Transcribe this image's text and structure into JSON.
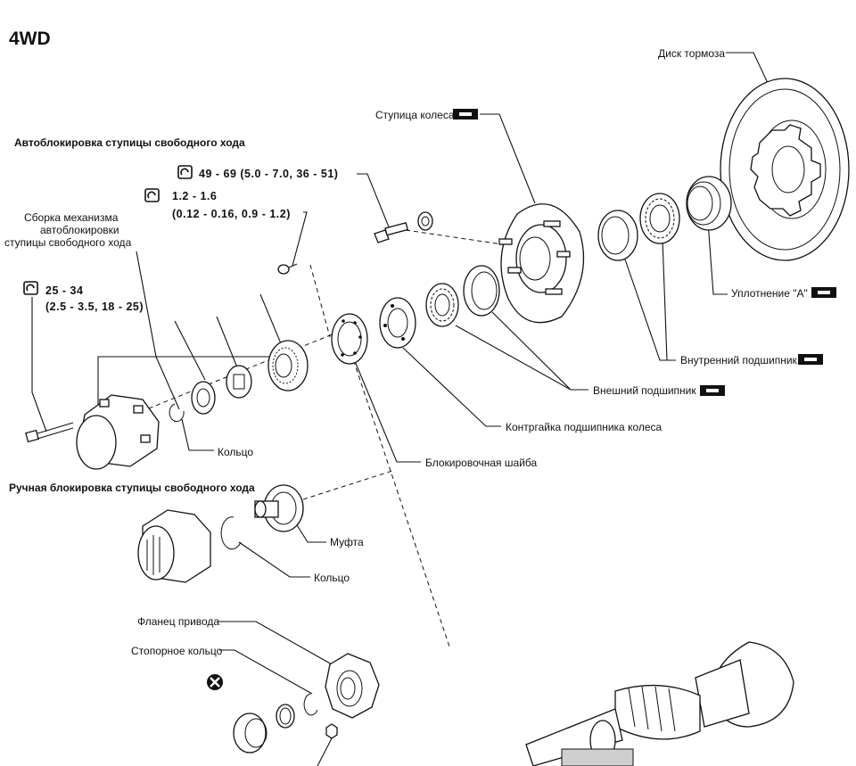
{
  "title": "4WD",
  "sections": {
    "auto_hub": "Автоблокировка ступицы свободного хода",
    "manual_hub": "Ручная блокировка ступицы свободного хода"
  },
  "torque": {
    "t1": "49 - 69 (5.0 - 7.0, 36 - 51)",
    "t2_line1": "1.2 - 1.6",
    "t2_line2": "(0.12 - 0.16, 0.9 - 1.2)",
    "t3_line1": "25 - 34",
    "t3_line2": "(2.5 - 3.5, 18 - 25)"
  },
  "labels": {
    "brake_disc": "Диск тормоза",
    "wheel_hub": "Ступица колеса",
    "assembly_line1": "Сборка механизма",
    "assembly_line2": "автоблокировки",
    "assembly_line3": "ступицы свободного хода",
    "seal_a": "Уплотнение \"А\"",
    "inner_bearing": "Внутренний подшипник",
    "outer_bearing": "Внешний подшипник",
    "locknut": "Контргайка подшипника колеса",
    "lock_washer": "Блокировочная шайба",
    "ring1": "Кольцо",
    "clutch": "Муфта",
    "ring2": "Кольцо",
    "drive_flange": "Фланец привода",
    "snap_ring": "Стопорное кольцо"
  },
  "icons": {
    "torque": "torque-wrench-icon",
    "grease": "grease-icon",
    "replace": "do-not-reuse-icon"
  },
  "colors": {
    "ink": "#111111",
    "paper": "#ffffff"
  }
}
